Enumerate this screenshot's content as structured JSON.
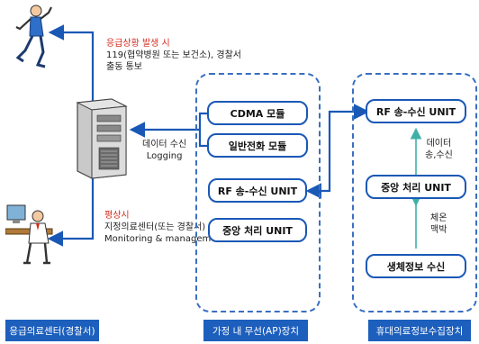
{
  "left_section": {
    "emergency_title": "응급상황 발생 시",
    "emergency_line1": "119(협약병원 또는 보건소), 경찰서",
    "emergency_line2": "출동 통보",
    "data_receive": "데이터 수신",
    "logging": "Logging",
    "normal_title": "평상시",
    "normal_line1": "지정의료센터(또는 경찰서)",
    "normal_line2": "Monitoring & management"
  },
  "ap_device": {
    "cdma": "CDMA 모듈",
    "phone": "일반전화 모듈",
    "rf": "RF 송-수신 UNIT",
    "central": "중앙 처리 UNIT"
  },
  "portable_device": {
    "rf": "RF 송-수신 UNIT",
    "central": "중앙 처리 UNIT",
    "bio": "생체정보 수신",
    "data_label_1": "데이터",
    "data_label_2": "송,수신",
    "temp_label_1": "체온",
    "temp_label_2": "맥박"
  },
  "footer": {
    "left": "응급의료센터(경찰서)",
    "middle": "가정 내 무선(AP)장치",
    "right": "휴대의료정보수집장치"
  },
  "colors": {
    "accent_blue": "#1a58b6",
    "footer_blue": "#1d5fbd",
    "teal_arrow": "#3fb0a8",
    "emergency_red": "#d42a1c"
  },
  "icons": [
    "runner-icon",
    "server-tower-icon",
    "doctor-desk-icon"
  ]
}
